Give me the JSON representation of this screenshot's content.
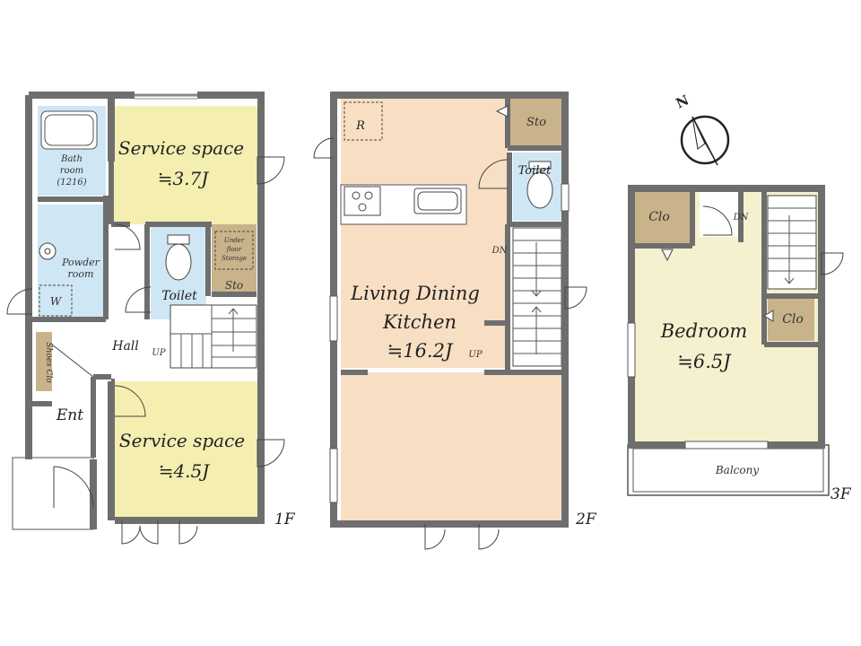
{
  "colors": {
    "wall": "#6e6e6e",
    "service_space": "#f4efb0",
    "ldk": "#f8dfc4",
    "bedroom": "#f5f1cf",
    "wet_area": "#cfe6f4",
    "storage": "#c9b38a",
    "hall": "#ffffff"
  },
  "floor_1": {
    "label": "1F",
    "bathroom_label": "Bath room (1216)",
    "bathroom_l1": "Bath",
    "bathroom_l2": "room",
    "bathroom_l3": "(1216)",
    "powder_l1": "Powder",
    "powder_l2": "room",
    "washer": "W",
    "service_upper_name": "Service space",
    "service_upper_size": "≒3.7J",
    "service_lower_name": "Service space",
    "service_lower_size": "≒4.5J",
    "toilet": "Toilet",
    "underfloor_l1": "Under",
    "underfloor_l2": "floor",
    "underfloor_l3": "Storage",
    "storage": "Sto",
    "hall": "Hall",
    "shoes": "Shoes Clo",
    "entrance": "Ent",
    "stair": "UP"
  },
  "floor_2": {
    "label": "2F",
    "refrigerator": "R",
    "storage": "Sto",
    "toilet": "Toilet",
    "ldk_l1": "Living Dining",
    "ldk_l2": "Kitchen",
    "ldk_size": "≒16.2J",
    "stair_down": "DN",
    "stair_up": "UP"
  },
  "floor_3": {
    "label": "3F",
    "closet_1": "Clo",
    "closet_2": "Clo",
    "bedroom_name": "Bedroom",
    "bedroom_size": "≒6.5J",
    "balcony": "Balcony",
    "stair_down": "DN"
  },
  "compass": {
    "north": "N",
    "icon": "north-arrow-icon"
  }
}
